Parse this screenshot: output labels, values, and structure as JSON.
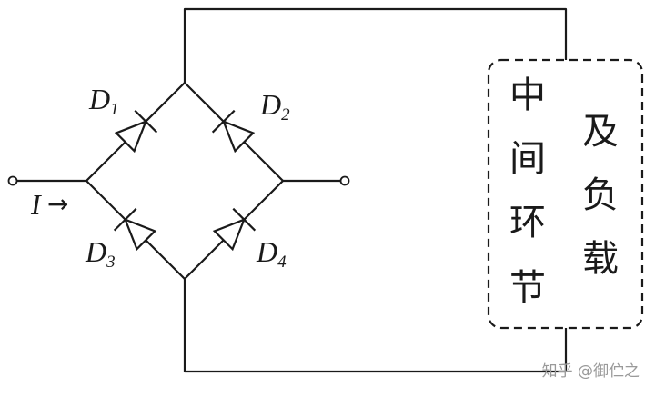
{
  "diodes": [
    {
      "name": "D",
      "sub": "1"
    },
    {
      "name": "D",
      "sub": "2"
    },
    {
      "name": "D",
      "sub": "3"
    },
    {
      "name": "D",
      "sub": "4"
    }
  ],
  "current_label": "I",
  "current_arrow": "→",
  "load_box": {
    "column_left": [
      "中",
      "间",
      "环",
      "节"
    ],
    "column_right": [
      "及",
      "负",
      "载"
    ]
  },
  "watermark": "知乎 @御伫之"
}
